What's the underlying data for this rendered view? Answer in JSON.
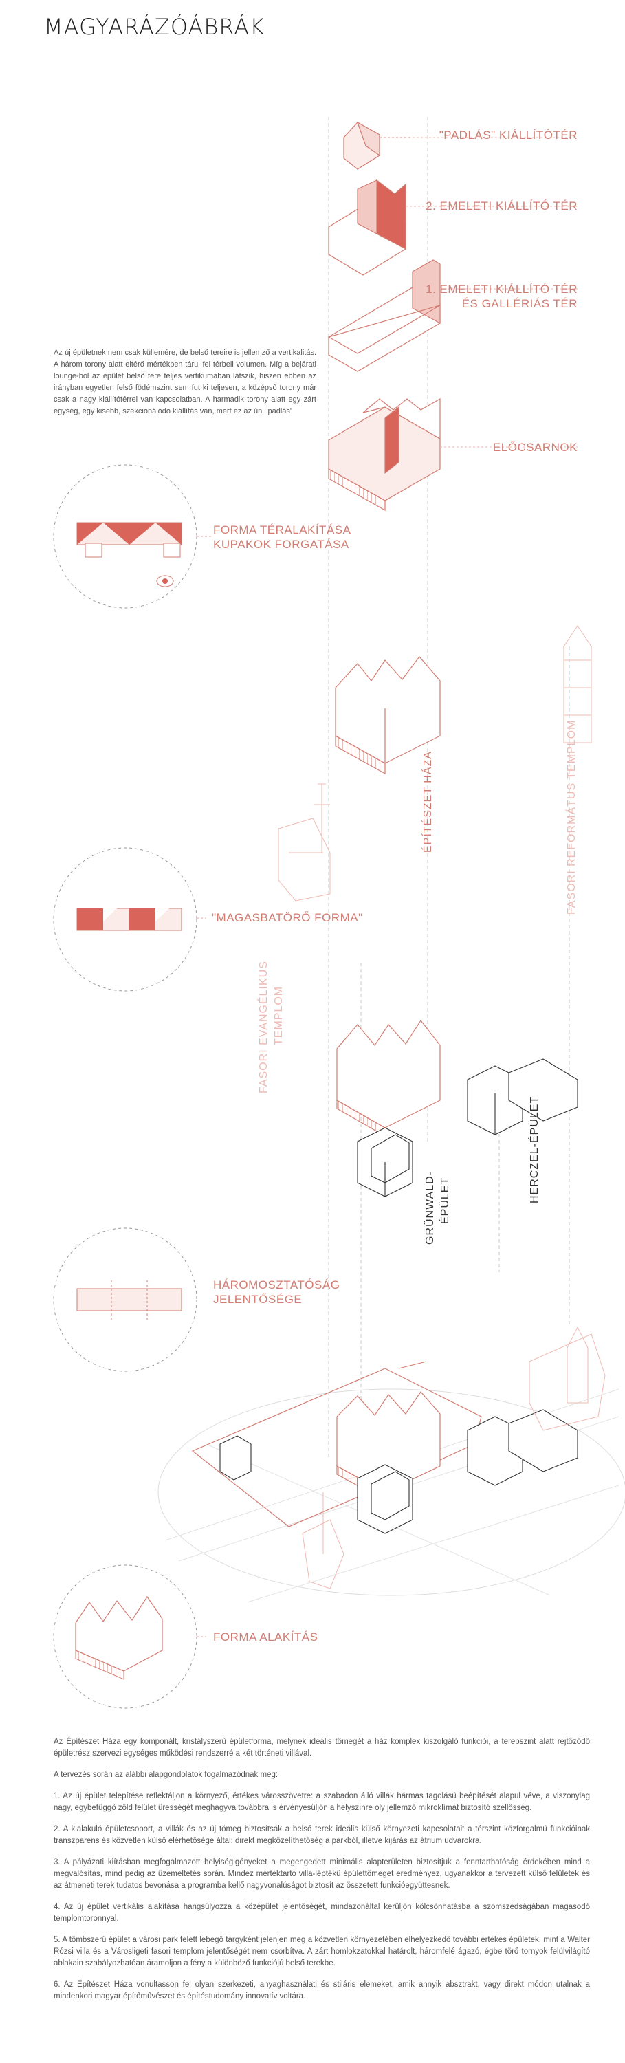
{
  "title": "MAGYARÁZÓÁBRÁK",
  "intro": "Az új épületnek nem csak küllemére, de belső tereire is jellemző a vertikalitás. A három torony alatt eltérő mértékben tárul fel térbeli volumen. Míg a bejárati lounge-ból az épület belső tere teljes vertikumában látszik, hiszen ebben az irányban egyetlen felső födémszint sem fut ki teljesen, a középső torony már csak a nagy kiállítótérrel van kapcsolatban. A harmadik torony alatt egy zárt egység, egy kisebb, szekcionálódó kiállítás van, mert ez az ún. 'padlás'",
  "labels": {
    "padlas": "\"PADLÁS\" KIÁLLÍTÓTÉR",
    "emelet2": "2. EMELETI KIÁLLÍTÓ TÉR",
    "emelet1_line1": "1. EMELETI KIÁLLÍTÓ TÉR",
    "emelet1_line2": "ÉS GALLÉRIÁS TÉR",
    "eloterem": "ELŐCSARNOK",
    "forma_line1": "FORMA TÉRALAKÍTÁSA",
    "forma_line2": "KUPAKOK FORGATÁSA",
    "magasbatoro": "\"MAGASBATÖRŐ FORMA\"",
    "haromosztat_line1": "HÁROMOSZTATÓSÁG",
    "haromosztat_line2": "JELENTŐSÉGE",
    "forma_alakitas": "FORMA ALAKÍTÁS",
    "epiteszet_haza": "ÉPÍTÉSZET HÁZA",
    "fasori_reformatus": "FASORI REFORMÁTUS TEMPLOM",
    "fasori_evangelikus_line1": "FASORI EVANGÉLIKUS",
    "fasori_evangelikus_line2": "TEMPLOM",
    "grunwald_line1": "GRÜNWALD-",
    "grunwald_line2": "ÉPÜLET",
    "herczel": "HERCZEL-ÉPÜLET"
  },
  "body_paragraphs": [
    "Az Építészet Háza egy komponált, kristályszerű épületforma, melynek ideális tömegét a ház komplex kiszolgáló funkciói, a terepszint alatt rejtőződő épületrész szervezi egységes működési rendszerré a két történeti villával.",
    "A tervezés során az alábbi alapgondolatok fogalmazódnak meg:",
    "1. Az új épület telepítése reflektáljon a környező, értékes városszövetre: a szabadon álló villák hármas tagolású beépítését alapul véve, a viszonylag nagy, egybefüggő zöld felület üresség​ét meghagyva továbbra is érvényesüljön a helyszínre oly jellemző mikroklímát biztosító szellősség.",
    "2. A kialakuló épületcsoport, a villák és az új tömeg biztosítsák a belső terek ideális külső környezeti kapcsolatait a térszint közforgalmú funkcióinak transzparens és közvetlen külső elérhetősége által: direkt megközelíthetőség a parkból, illetve kijárás az átrium udvarokra.",
    "3. A pályázati kiírásban megfogalmazott helyiségigényeket a megengedett minimális alapterületen biztosítjuk a fenntarthatóság érdekében mind a megvalósítás, mind pedig az üzemeltetés során. Mindez mértéktartó villa-léptékű épülettömeget eredményez, ugyanakkor a tervezett külső felületek és az átmeneti terek tudatos bevonása a programba kellő nagyvonalúságot biztosít az összetett funkcióegyüttesnek.",
    "4. Az új épület vertikális alakítása hangsúlyozza a középület jelentőségét, mindazonáltal kerüljön kölcsönhatásba a szomszédságában magasodó templomtoronnyal.",
    "5. A tömbszerű épület a városi park felett lebegő tárgyként jelenjen meg a közvetlen környezetében elhelyezkedő további értékes épületek, mint a Walter Rózsi villa és a Városligeti fasori templom jelentőségét nem csorbítva. A zárt homlokzatokkal határolt, háromfelé ágazó, égbe törő tornyok felülvilágító ablakain szabályozhatóan áramolj​on a fény a különböző funkciójú belső terekbe.",
    "6. Az Építészet Háza vonultasson fel olyan szerkezeti, anyaghasználati és stiláris elemeket, amik annyik absztrakt, vagy direkt módon utalnak a mindenkori magyar építőművészet és építéstudomány innovatív voltára."
  ],
  "colors": {
    "accent": "#d27c72",
    "accent_dark": "#c65c51",
    "accent_light": "#f0b9b2",
    "accent_fill": "#f6d9d5",
    "line_gray": "#bbbbbb"
  }
}
